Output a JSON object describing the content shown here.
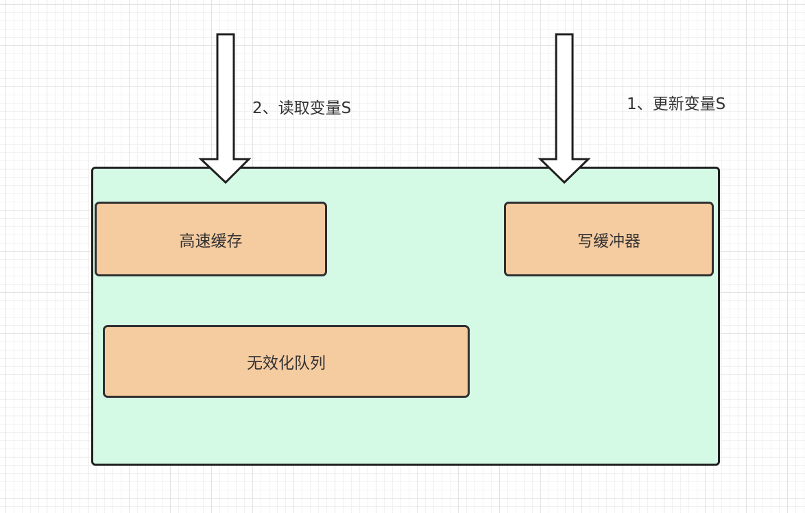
{
  "diagram": {
    "nodes": {
      "cache": {
        "label": "高速缓存"
      },
      "write_buffer": {
        "label": "写缓冲器"
      },
      "invalidate_queue": {
        "label": "无效化队列"
      }
    },
    "arrows": {
      "read": {
        "label": "2、读取变量S",
        "target": "cache"
      },
      "update": {
        "label": "1、更新变量S",
        "target": "write_buffer"
      }
    },
    "colors": {
      "container_fill": "#d4fae6",
      "node_fill": "#f5cba0",
      "stroke": "#1f1f1f",
      "arrow_fill": "#ffffff",
      "text": "#333333"
    }
  }
}
